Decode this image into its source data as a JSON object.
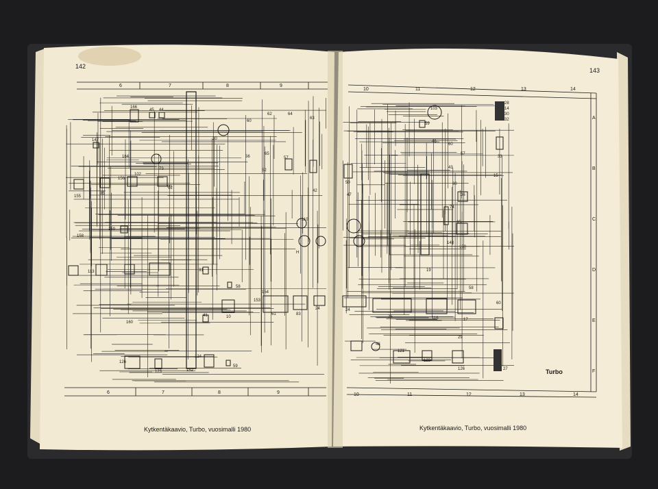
{
  "book": {
    "left_page": {
      "page_number": "142",
      "caption": "Kytkentäkaavio, Turbo, vuosimalli 1980",
      "column_numbers": [
        "6",
        "7",
        "8",
        "9"
      ],
      "components": [
        "166",
        "45",
        "44",
        "60",
        "62",
        "64",
        "63",
        "147",
        "164",
        "102",
        "73",
        "12",
        "155",
        "85",
        "156",
        "80",
        "20",
        "56",
        "65",
        "52",
        "57",
        "42",
        "H",
        "110",
        "159",
        "158",
        "113",
        "31",
        "58",
        "154",
        "153",
        "61",
        "83",
        "24",
        "10",
        "41",
        "160",
        "124",
        "59",
        "126",
        "123",
        "152"
      ]
    },
    "right_page": {
      "page_number": "143",
      "caption": "Kytkentäkaavio, Turbo, vuosimalli 1980",
      "label": "Turbo",
      "column_numbers": [
        "10",
        "11",
        "12",
        "13",
        "14"
      ],
      "row_letters": [
        "A",
        "B",
        "C",
        "D",
        "E",
        "F"
      ],
      "components": [
        "103",
        "59",
        "46",
        "60",
        "57",
        "15",
        "28",
        "14",
        "30",
        "32",
        "33",
        "50",
        "47",
        "43",
        "80",
        "36",
        "35",
        "74",
        "148",
        "150",
        "19",
        "58",
        "24",
        "25",
        "116",
        "17",
        "48",
        "121",
        "123",
        "126",
        "29",
        "27",
        "60"
      ]
    }
  }
}
